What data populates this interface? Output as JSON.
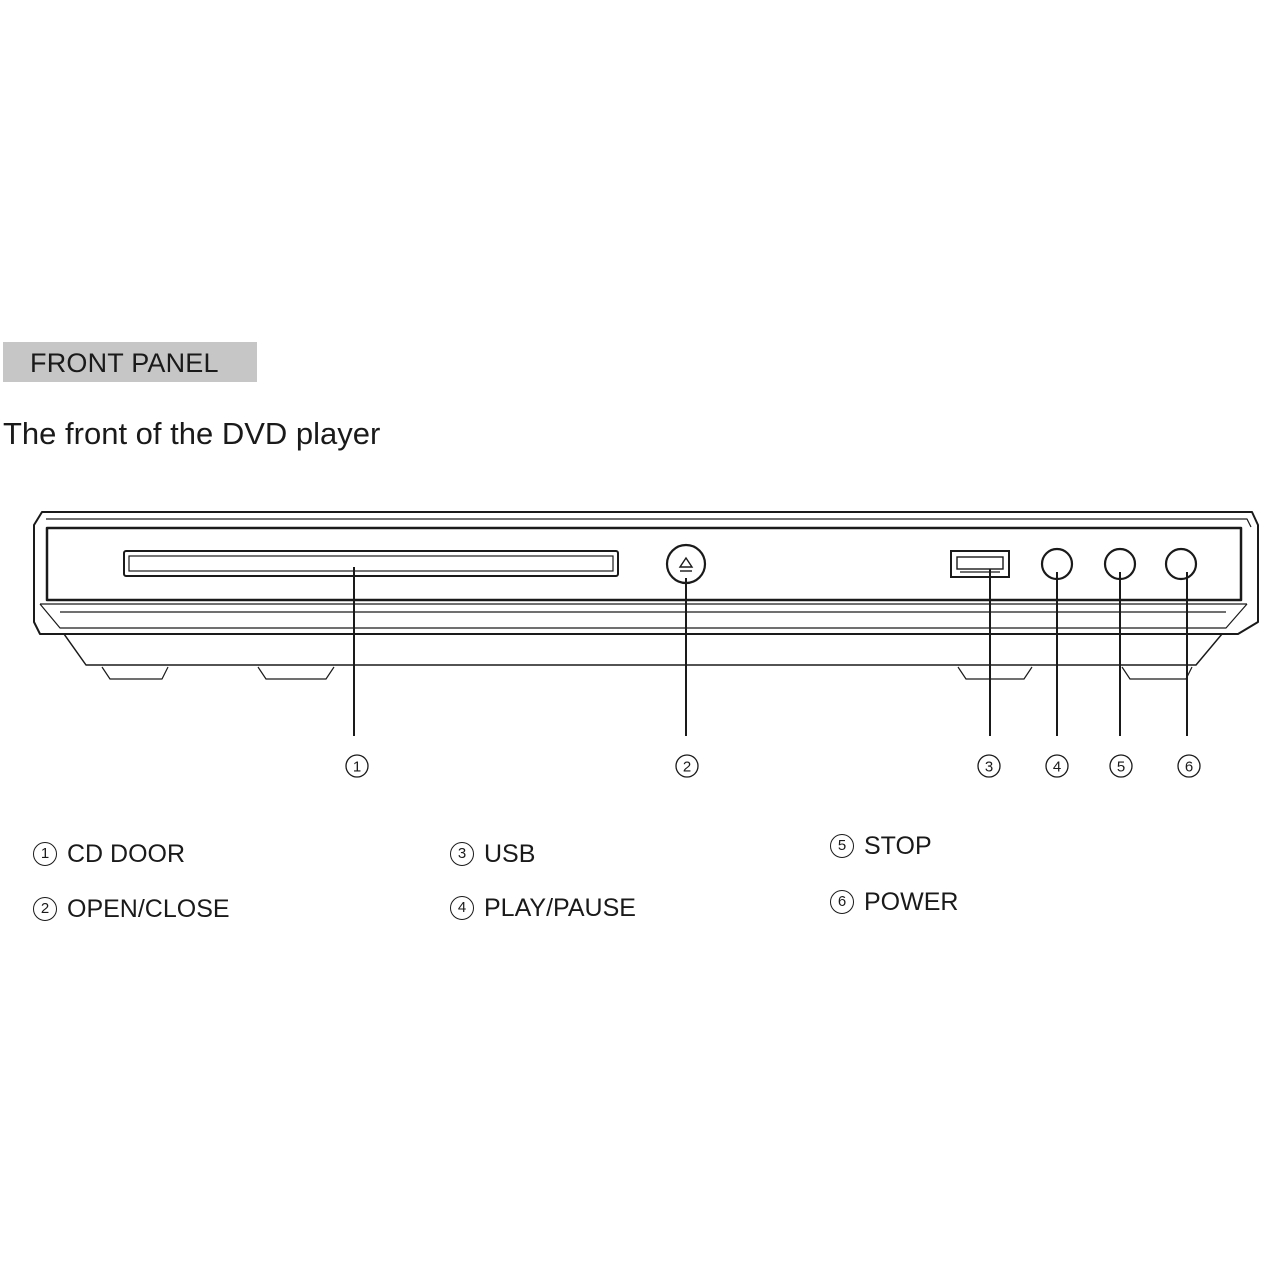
{
  "header": {
    "section_tag": "FRONT PANEL",
    "subtitle": "The front of the DVD player"
  },
  "callouts": [
    "1",
    "2",
    "3",
    "4",
    "5",
    "6"
  ],
  "legend": [
    {
      "num": "1",
      "label": "CD DOOR"
    },
    {
      "num": "2",
      "label": "OPEN/CLOSE"
    },
    {
      "num": "3",
      "label": "USB"
    },
    {
      "num": "4",
      "label": "PLAY/PAUSE"
    },
    {
      "num": "5",
      "label": "STOP"
    },
    {
      "num": "6",
      "label": "POWER"
    }
  ],
  "colors": {
    "tag_background": "#c6c6c6",
    "line": "#1a1a1a"
  }
}
